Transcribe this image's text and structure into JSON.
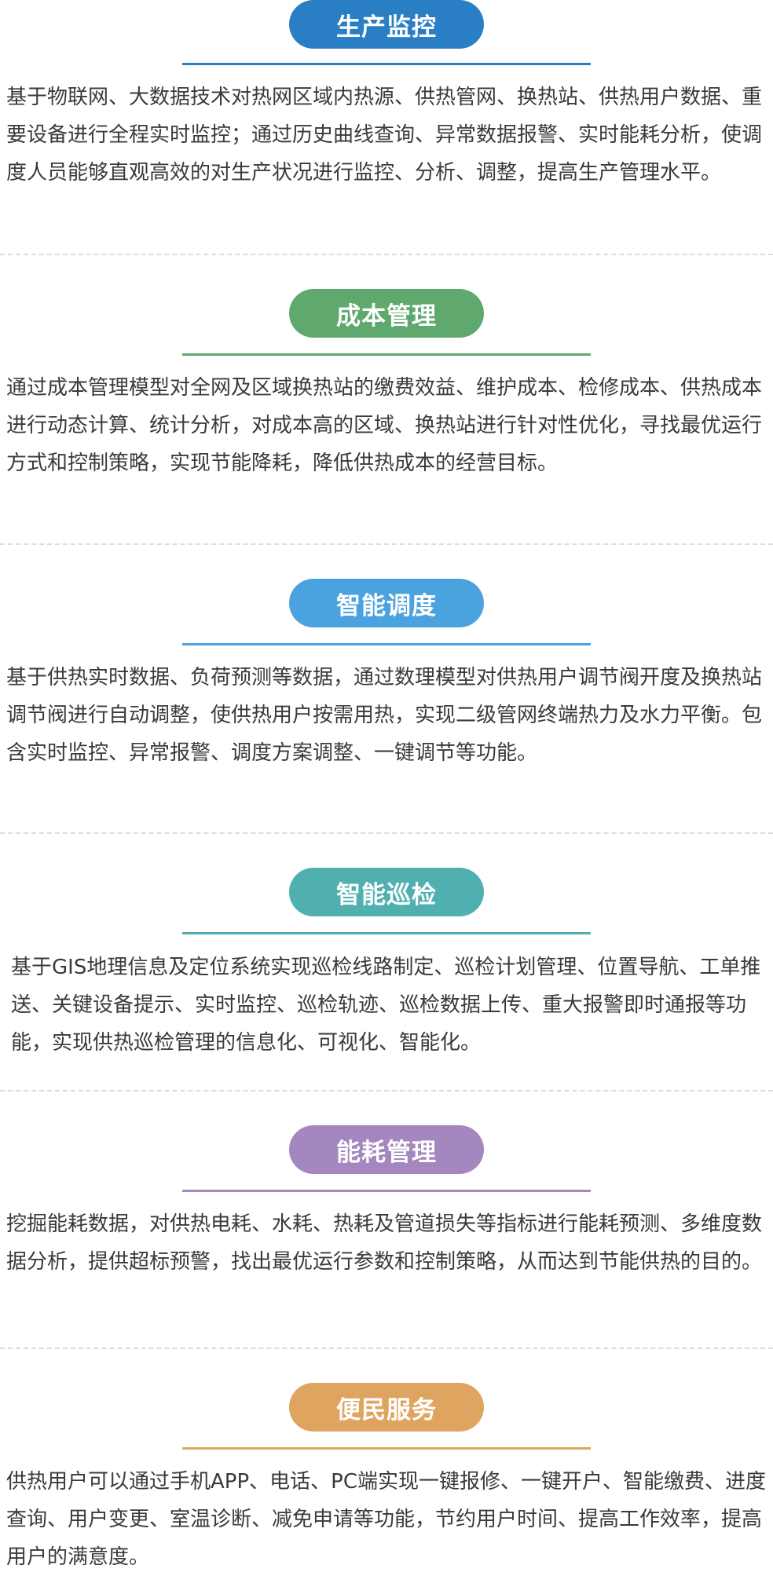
{
  "sections": [
    {
      "title": "生产监控",
      "color": "#2a7fc4",
      "text": "基于物联网、大数据技术对热网区域内热源、供热管网、换热站、供热用户数据、重要设备进行全程实时监控；通过历史曲线查询、异常数据报警、实时能耗分析，使调度人员能够直观高效的对生产状况进行监控、分析、调整，提高生产管理水平。"
    },
    {
      "title": "成本管理",
      "color": "#5fa86e",
      "text": "通过成本管理模型对全网及区域换热站的缴费效益、维护成本、检修成本、供热成本进行动态计算、统计分析，对成本高的区域、换热站进行针对性优化，寻找最优运行方式和控制策略，实现节能降耗，降低供热成本的经营目标。"
    },
    {
      "title": "智能调度",
      "color": "#4aa3df",
      "text": "基于供热实时数据、负荷预测等数据，通过数理模型对供热用户调节阀开度及换热站调节阀进行自动调整，使供热用户按需用热，实现二级管网终端热力及水力平衡。包含实时监控、异常报警、调度方案调整、一键调节等功能。"
    },
    {
      "title": "智能巡检",
      "color": "#50b0b0",
      "text": "基于GIS地理信息及定位系统实现巡检线路制定、巡检计划管理、位置导航、工单推送、关键设备提示、实时监控、巡检轨迹、巡检数据上传、重大报警即时通报等功能，实现供热巡检管理的信息化、可视化、智能化。"
    },
    {
      "title": "能耗管理",
      "color": "#a487bf",
      "text": "挖掘能耗数据，对供热电耗、水耗、热耗及管道损失等指标进行能耗预测、多维度数据分析，提供超标预警，找出最优运行参数和控制策略，从而达到节能供热的目的。"
    },
    {
      "title": "便民服务",
      "color": "#dfa460",
      "text": "供热用户可以通过手机APP、电话、PC端实现一键报修、一键开户、智能缴费、进度查询、用户变更、室温诊断、减免申请等功能，节约用户时间、提高工作效率，提高用户的满意度。"
    }
  ]
}
